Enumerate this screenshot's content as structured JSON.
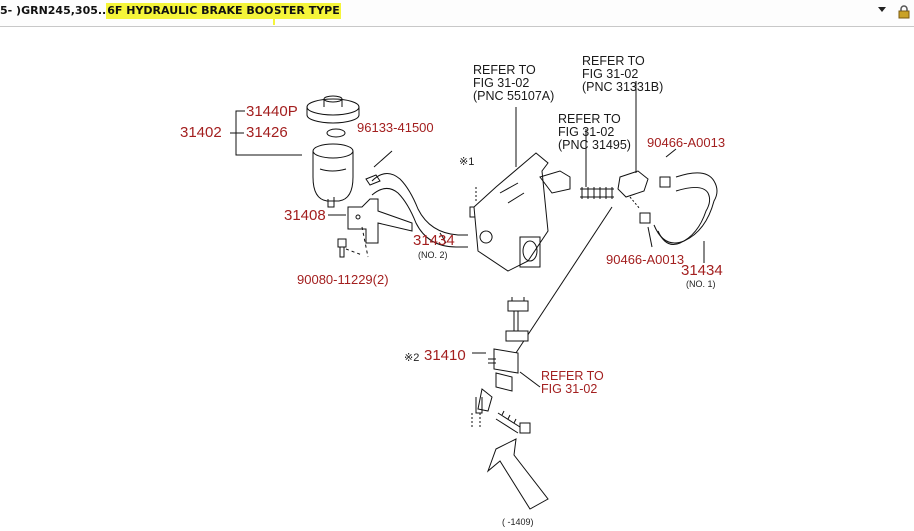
{
  "header": {
    "title_prefix": "5- )GRN245,305..",
    "title_highlight": "6F HYDRAULIC BRAKE BOOSTER TYPE"
  },
  "colors": {
    "part_label": "#a31f1f",
    "highlight": "#f5f53a"
  },
  "icons": {
    "dropdown": "chevron-down-icon",
    "lock": "lock-icon"
  },
  "parts": {
    "p31440P": "31440P",
    "p31402": "31402",
    "p31426": "31426",
    "p96133": "96133-41500",
    "p31408": "31408",
    "p31434a": "31434",
    "no2": "(NO. 2)",
    "p90080": "90080-11229(2)",
    "p90466a": "90466-A0013",
    "p90466b": "90466-A0013",
    "p31434b": "31434",
    "no1": "(NO. 1)",
    "p31410": "31410",
    "mark1": "※1",
    "mark2": "※2"
  },
  "refs": {
    "r1": [
      "REFER TO",
      "FIG 31-02",
      "(PNC 55107A)"
    ],
    "r2": [
      "REFER TO",
      "FIG 31-02",
      "(PNC 31331B)"
    ],
    "r3": [
      "REFER TO",
      "FIG 31-02",
      "(PNC 31495)"
    ],
    "r4": [
      "REFER TO",
      "FIG 31-02"
    ]
  },
  "footer": "(       -1409)"
}
